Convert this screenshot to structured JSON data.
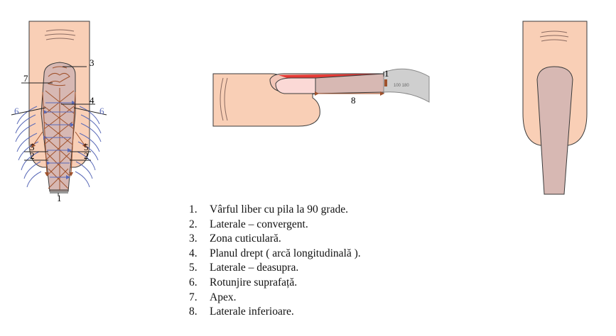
{
  "colors": {
    "skin": "#f9cfb6",
    "skin_outline": "#3a3a3a",
    "nail": "#d7b8b3",
    "nail_highlight": "#fbd9d6",
    "blue_arrows": "#5a6ab8",
    "brown_arrows": "#a0522d",
    "file_metal": "#cfcfcf",
    "file_red": "#e53935"
  },
  "left_diagram": {
    "labels": {
      "free_edge": "1",
      "left_lateral_converge": "2",
      "right_lateral_converge": "2",
      "cuticle": "3",
      "straight_plane": "4",
      "left_lateral_above": "5",
      "right_lateral_above": "5",
      "left_surface": "6",
      "right_surface": "6",
      "apex": "7"
    }
  },
  "middle_diagram": {
    "labels": {
      "free_edge": "1",
      "lower_lateral": "8"
    },
    "file_text": "100 180"
  },
  "legend": [
    {
      "num": "1.",
      "text": "Vârful liber cu pila la 90 grade."
    },
    {
      "num": "2.",
      "text": "Laterale – convergent."
    },
    {
      "num": "3.",
      "text": "Zona cuticulară."
    },
    {
      "num": "4.",
      "text": "Planul drept ( arcă longitudinală )."
    },
    {
      "num": "5.",
      "text": "Laterale – deasupra."
    },
    {
      "num": "6.",
      "text": "Rotunjire suprafață."
    },
    {
      "num": "7.",
      "text": "Apex."
    },
    {
      "num": "8.",
      "text": "Laterale inferioare."
    }
  ]
}
